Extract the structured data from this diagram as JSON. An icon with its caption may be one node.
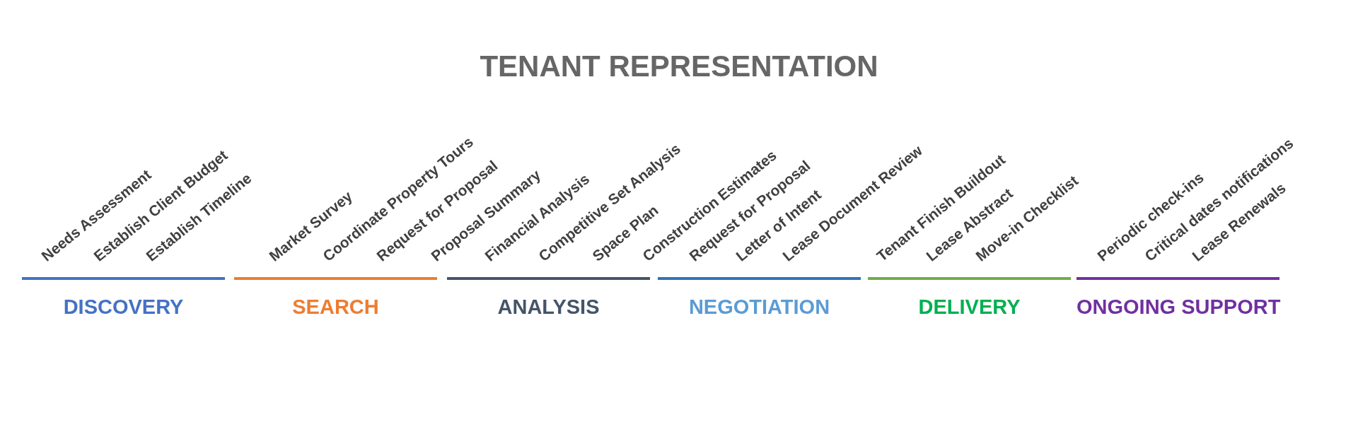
{
  "diagram": {
    "title": "TENANT REPRESENTATION",
    "nodes": [
      {
        "text": [
          "DISCOVERY"
        ],
        "beside": [
          "Needs Assessment",
          "Establish Client Budget",
          "Establish Timeline"
        ]
      },
      {
        "text": [
          "SEARCH"
        ],
        "beside": [
          "Market Survey",
          "Coordinate Property Tours",
          "Request for Proposal"
        ]
      },
      {
        "text": [
          "ANALYSIS"
        ],
        "beside": [
          "Proposal Summary",
          "Financial Analysis",
          "Competitive Set Analysis",
          "Space Plan"
        ]
      },
      {
        "text": [
          "NEGOTIATION"
        ],
        "beside": [
          "Construction Estimates",
          "Request for Proposal",
          "Letter of Intent",
          "Lease Document Review"
        ]
      },
      {
        "text": [
          "DELIVERY"
        ],
        "beside": [
          "Tenant Finish Buildout",
          "Lease Abstract",
          "Move-in Checklist"
        ]
      },
      {
        "text": [
          "ONGOING SUPPORT"
        ],
        "beside": [
          "Periodic check-ins",
          "Critical dates notifications",
          "Lease Renewals"
        ]
      }
    ]
  }
}
